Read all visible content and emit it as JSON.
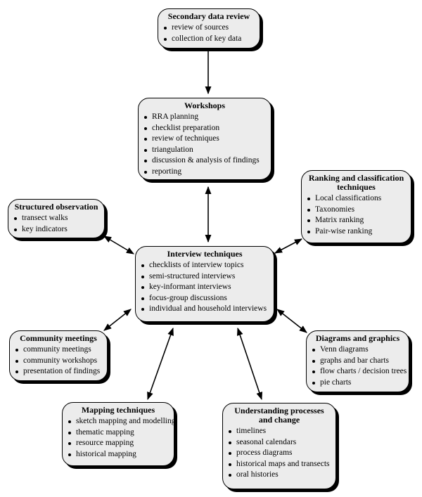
{
  "boxes": {
    "secondary": {
      "title": "Secondary data review",
      "items": [
        "review of sources",
        "collection of key data"
      ]
    },
    "workshops": {
      "title": "Workshops",
      "items": [
        "RRA planning",
        "checklist preparation",
        "review of techniques",
        "triangulation",
        "discussion & analysis of findings",
        "reporting"
      ]
    },
    "ranking": {
      "title": "Ranking and classification techniques",
      "items": [
        "Local classifications",
        "Taxonomies",
        "Matrix ranking",
        "Pair-wise ranking"
      ]
    },
    "structured": {
      "title": "Structured observation",
      "items": [
        "transect walks",
        "key indicators"
      ]
    },
    "interview": {
      "title": "Interview  techniques",
      "items": [
        "checklists of interview topics",
        "semi-structured interviews",
        "key-informant interviews",
        "focus-group discussions",
        "individual and household interviews"
      ]
    },
    "community": {
      "title": "Community meetings",
      "items": [
        "community meetings",
        "community workshops",
        "presentation of findings"
      ]
    },
    "diagrams": {
      "title": "Diagrams and graphics",
      "items": [
        "Venn diagrams",
        "graphs and bar charts",
        "flow charts / decision trees",
        "pie charts"
      ]
    },
    "mapping": {
      "title": "Mapping techniques",
      "items": [
        "sketch mapping and modelling",
        "thematic mapping",
        "resource mapping",
        "historical mapping"
      ]
    },
    "processes": {
      "title": "Understanding processes and change",
      "items": [
        "timelines",
        "seasonal calendars",
        "process diagrams",
        "historical maps and transects",
        "oral histories"
      ]
    }
  }
}
